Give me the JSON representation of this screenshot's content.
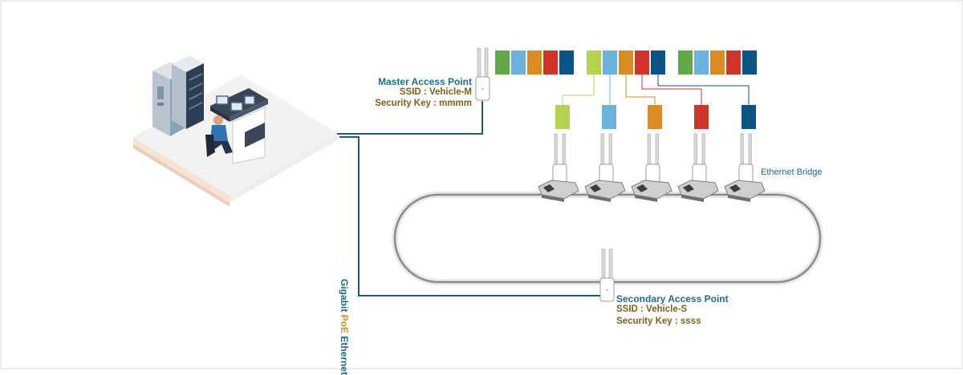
{
  "master": {
    "title": "Master Access Point",
    "ssid": "SSID : Vehicle-M",
    "key": "Security Key : mmmm"
  },
  "secondary": {
    "title": "Secondary Access Point",
    "ssid": "SSID : Vehicle-S",
    "key": "Security Key : ssss"
  },
  "bridge_label": "Ethernet Bridge",
  "cable": {
    "part1": "Gigabit ",
    "part2": "PoE",
    "part3": " Ethernet"
  },
  "colors": {
    "green": "#62a844",
    "light_blue": "#6bb3de",
    "orange": "#dc8a22",
    "red": "#d2332a",
    "navy": "#0b5485",
    "lime": "#b4d34f",
    "cable_navy": "#1a5a7a",
    "ap_text": "#1f6a8f",
    "sub_text": "#7a6220",
    "poe_orange": "#e3892c"
  },
  "icons": {
    "server": "server-rack-icon",
    "operator": "operator-workstation-icon",
    "antenna": "wifi-antenna-icon"
  }
}
